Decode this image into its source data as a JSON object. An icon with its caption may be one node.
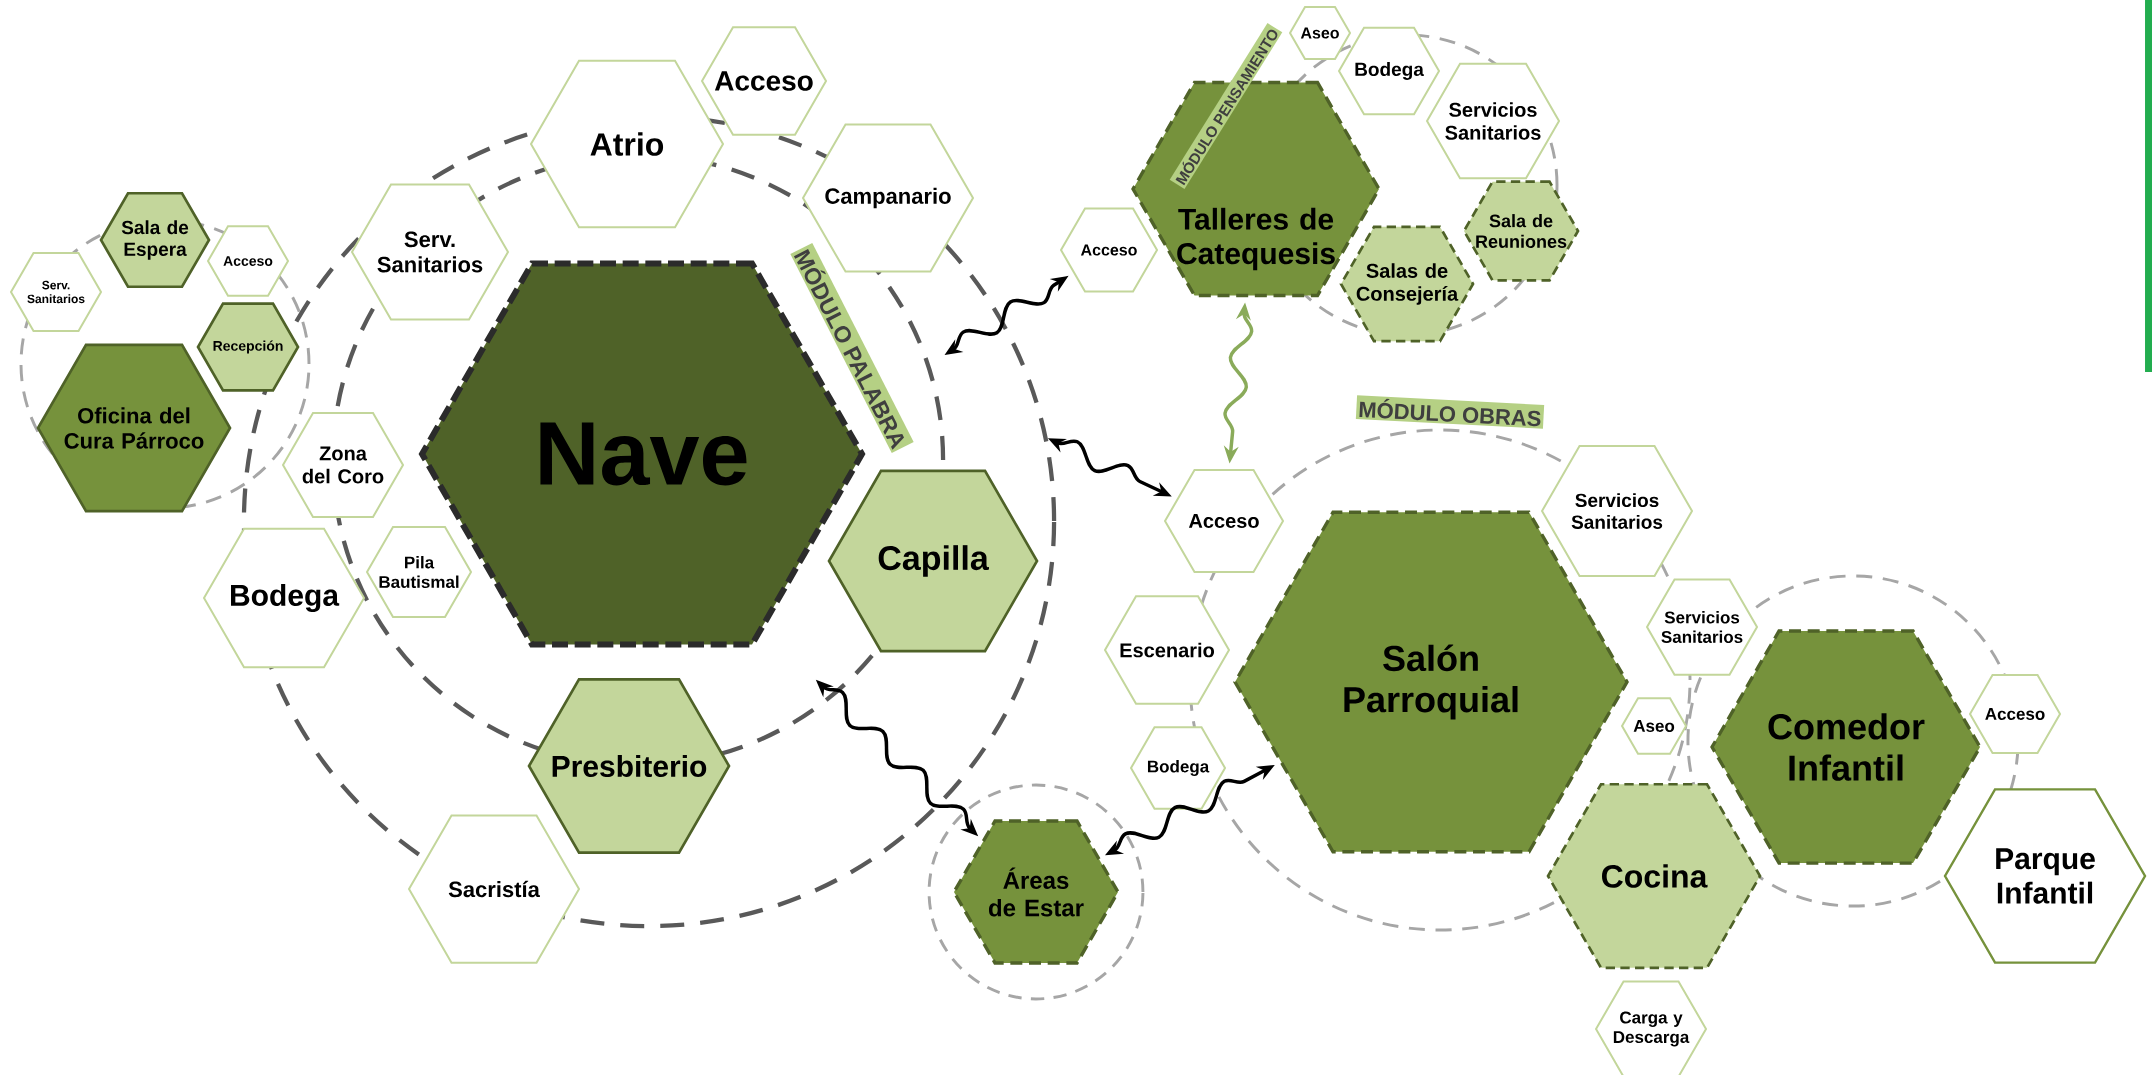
{
  "diagram": {
    "nodes": [
      {
        "text": [
          "Serv. Sanitarios"
        ]
      },
      {
        "text": [
          "Sala de Espera"
        ]
      },
      {
        "text": [
          "Acceso"
        ]
      },
      {
        "text": [
          "Recepción"
        ]
      },
      {
        "text": [
          "Oficina del Cura Párroco"
        ]
      },
      {
        "text": [
          "Atrio"
        ]
      },
      {
        "text": [
          "Acceso"
        ]
      },
      {
        "text": [
          "Serv. Sanitarios"
        ]
      },
      {
        "text": [
          "Campanario"
        ]
      },
      {
        "text": [
          "Nave"
        ]
      },
      {
        "text": [
          "Zona del Coro"
        ]
      },
      {
        "text": [
          "Pila Bautismal"
        ]
      },
      {
        "text": [
          "Bodega"
        ]
      },
      {
        "text": [
          "Capilla"
        ]
      },
      {
        "text": [
          "Presbiterio"
        ]
      },
      {
        "text": [
          "Sacristía"
        ]
      },
      {
        "text": [
          "Aseo"
        ]
      },
      {
        "text": [
          "Bodega"
        ]
      },
      {
        "text": [
          "Servicios Sanitarios"
        ]
      },
      {
        "text": [
          "Acceso"
        ]
      },
      {
        "text": [
          "Talleres de Catequesis"
        ]
      },
      {
        "text": [
          "Sala de Reuniones"
        ]
      },
      {
        "text": [
          "Salas de Consejería"
        ]
      },
      {
        "text": [
          "Acceso"
        ]
      },
      {
        "text": [
          "Servicios Sanitarios"
        ]
      },
      {
        "text": [
          "Escenario"
        ]
      },
      {
        "text": [
          "Salón Parroquial"
        ]
      },
      {
        "text": [
          "Servicios Sanitarios"
        ]
      },
      {
        "text": [
          "Bodega"
        ]
      },
      {
        "text": [
          "Aseo"
        ]
      },
      {
        "text": [
          "Comedor Infantil"
        ]
      },
      {
        "text": [
          "Acceso"
        ]
      },
      {
        "text": [
          "Cocina"
        ]
      },
      {
        "text": [
          "Parque Infantil"
        ]
      },
      {
        "text": [
          "Áreas de Estar"
        ]
      },
      {
        "text": [
          "Carga y Descarga"
        ]
      }
    ],
    "edges": [
      {
        "from": null,
        "to": 19,
        "arrow": "both"
      },
      {
        "from": null,
        "to": 23,
        "arrow": "both"
      },
      {
        "from": null,
        "to": 34,
        "arrow": "both"
      },
      {
        "from": 34,
        "to": 26,
        "arrow": "both"
      },
      {
        "from": 20,
        "to": 23,
        "arrow": "both",
        "color": "#8aab5a"
      }
    ],
    "labels": [
      "MÓDULO PALABRA",
      "MÓDULO PENSAMIENTO",
      "MÓDULO OBRAS"
    ]
  }
}
